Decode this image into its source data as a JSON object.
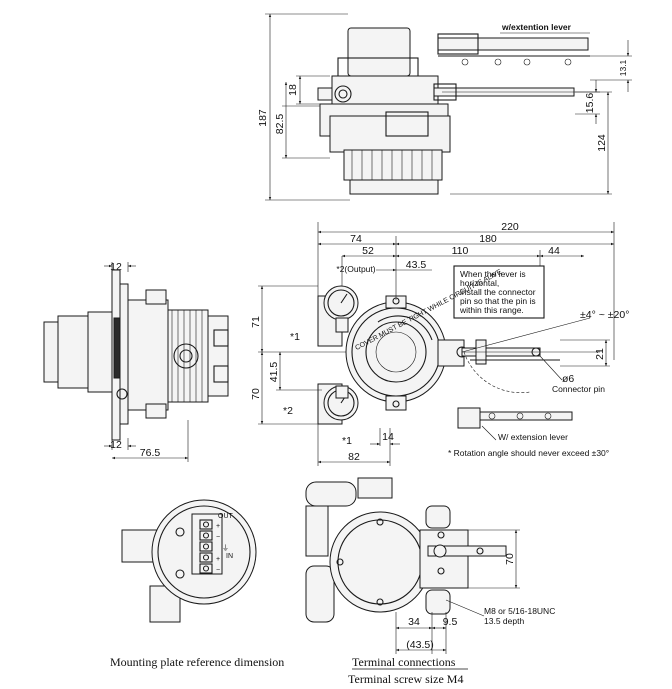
{
  "top_view": {
    "lever_label": "w/extention lever",
    "dims": {
      "h187": "187",
      "h82_5": "82.5",
      "h18": "18",
      "h13_1": "13.1",
      "h15_6": "15.6",
      "h124": "124"
    }
  },
  "front_view": {
    "dims": {
      "w220": "220",
      "w180": "180",
      "w74": "74",
      "w52": "52",
      "w110": "110",
      "w44": "44",
      "w43_5": "43.5",
      "h71": "71",
      "h41_5": "41.5",
      "h70": "70",
      "h21": "21",
      "w14": "14",
      "w82": "82",
      "dia6": "ø6"
    },
    "output_label": "*2(Output)",
    "note_lines": [
      "When the lever is",
      "horizontal,",
      "install the connector",
      "pin so that the pin is",
      "within this range."
    ],
    "angle_label": "±4° ~ ±20°",
    "star1a": "*1",
    "star2": "*2",
    "star1b": "*1",
    "connector_pin": "Connector pin",
    "ext_lever": "W/ extension lever",
    "rotation_note": "* Rotation angle should never exceed ±30°",
    "cover_text": "COVER MUST BE TIGHT WHILE CIRCUIT IS ALIVE"
  },
  "side_view": {
    "dims": {
      "t12": "12",
      "b12": "12",
      "w76_5": "76.5"
    }
  },
  "terminal_view": {
    "labels": [
      "OUT",
      "+",
      "−",
      "IN",
      "+",
      "−"
    ],
    "ground": "⏚"
  },
  "bottom_view": {
    "dims": {
      "h70": "70",
      "w34": "34",
      "w9_5": "9.5",
      "w43_5": "(43.5)"
    },
    "thread_label": "M8 or 5/16-18UNC",
    "depth_label": "13.5 depth"
  },
  "captions": {
    "mounting": "Mounting plate reference dimension",
    "terminal": "Terminal connections",
    "screw": "Terminal screw size M4"
  }
}
